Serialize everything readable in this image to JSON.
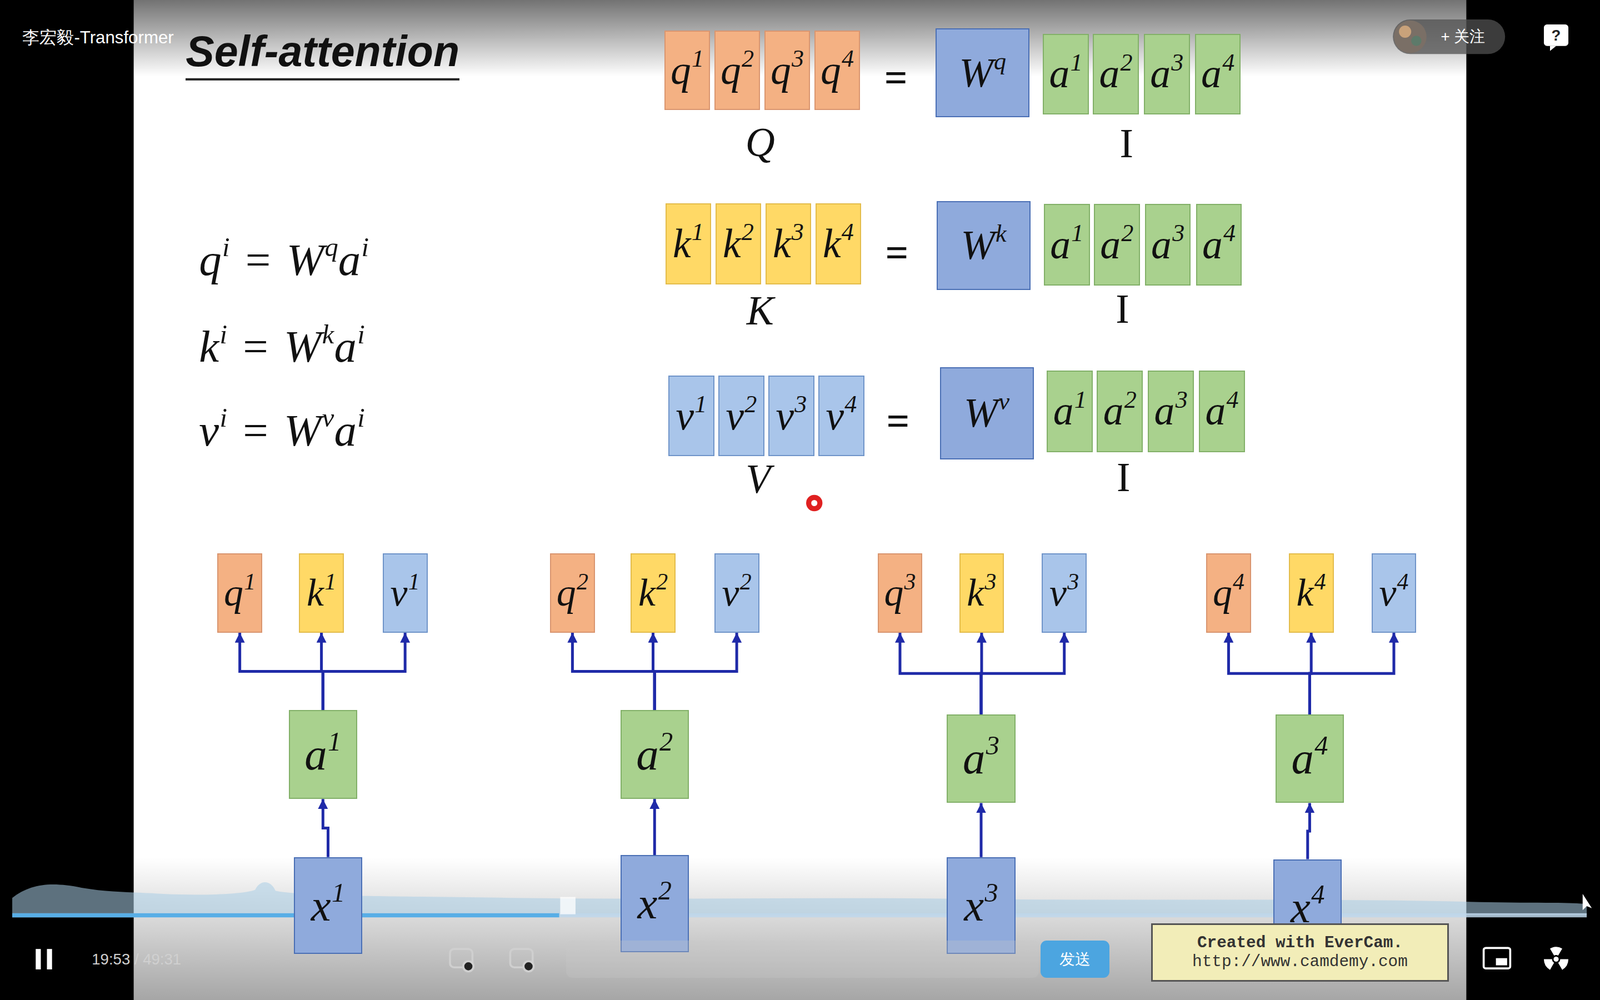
{
  "diagram": {
    "title": "Self-attention",
    "nodes": [
      {
        "text": [
          "q",
          "1"
        ]
      },
      {
        "text": [
          "q",
          "2"
        ]
      },
      {
        "text": [
          "q",
          "3"
        ]
      },
      {
        "text": [
          "q",
          "4"
        ]
      },
      {
        "text": [
          "W",
          "q"
        ]
      },
      {
        "text": [
          "a",
          "1"
        ]
      },
      {
        "text": [
          "a",
          "2"
        ]
      },
      {
        "text": [
          "a",
          "3"
        ]
      },
      {
        "text": [
          "a",
          "4"
        ]
      },
      {
        "text": [
          "k",
          "1"
        ]
      },
      {
        "text": [
          "k",
          "2"
        ]
      },
      {
        "text": [
          "k",
          "3"
        ]
      },
      {
        "text": [
          "k",
          "4"
        ]
      },
      {
        "text": [
          "W",
          "k"
        ]
      },
      {
        "text": [
          "a",
          "1"
        ]
      },
      {
        "text": [
          "a",
          "2"
        ]
      },
      {
        "text": [
          "a",
          "3"
        ]
      },
      {
        "text": [
          "a",
          "4"
        ]
      },
      {
        "text": [
          "v",
          "1"
        ]
      },
      {
        "text": [
          "v",
          "2"
        ]
      },
      {
        "text": [
          "v",
          "3"
        ]
      },
      {
        "text": [
          "v",
          "4"
        ]
      },
      {
        "text": [
          "W",
          "v"
        ]
      },
      {
        "text": [
          "a",
          "1"
        ]
      },
      {
        "text": [
          "a",
          "2"
        ]
      },
      {
        "text": [
          "a",
          "3"
        ]
      },
      {
        "text": [
          "a",
          "4"
        ]
      },
      {
        "text": [
          "q",
          "1"
        ]
      },
      {
        "text": [
          "k",
          "1"
        ]
      },
      {
        "text": [
          "v",
          "1"
        ]
      },
      {
        "text": [
          "q",
          "2"
        ]
      },
      {
        "text": [
          "k",
          "2"
        ]
      },
      {
        "text": [
          "v",
          "2"
        ]
      },
      {
        "text": [
          "q",
          "3"
        ]
      },
      {
        "text": [
          "k",
          "3"
        ]
      },
      {
        "text": [
          "v",
          "3"
        ]
      },
      {
        "text": [
          "q",
          "4"
        ]
      },
      {
        "text": [
          "k",
          "4"
        ]
      },
      {
        "text": [
          "v",
          "4"
        ]
      },
      {
        "text": [
          "a",
          "1"
        ]
      },
      {
        "text": [
          "a",
          "2"
        ]
      },
      {
        "text": [
          "a",
          "3"
        ]
      },
      {
        "text": [
          "a",
          "4"
        ]
      },
      {
        "text": [
          "x",
          "1"
        ]
      },
      {
        "text": [
          "x",
          "2"
        ]
      },
      {
        "text": [
          "x",
          "3"
        ]
      },
      {
        "text": [
          "x",
          "4"
        ]
      }
    ],
    "edges": [
      {
        "from": 43,
        "to": 39,
        "arrow": "to"
      },
      {
        "from": 39,
        "to": 27,
        "arrow": "to"
      },
      {
        "from": 39,
        "to": 28,
        "arrow": "to"
      },
      {
        "from": 39,
        "to": 29,
        "arrow": "to"
      },
      {
        "from": 44,
        "to": 40,
        "arrow": "to"
      },
      {
        "from": 40,
        "to": 30,
        "arrow": "to"
      },
      {
        "from": 40,
        "to": 31,
        "arrow": "to"
      },
      {
        "from": 40,
        "to": 32,
        "arrow": "to"
      },
      {
        "from": 45,
        "to": 41,
        "arrow": "to"
      },
      {
        "from": 41,
        "to": 33,
        "arrow": "to"
      },
      {
        "from": 41,
        "to": 34,
        "arrow": "to"
      },
      {
        "from": 41,
        "to": 35,
        "arrow": "to"
      },
      {
        "from": 46,
        "to": 42,
        "arrow": "to"
      },
      {
        "from": 42,
        "to": 36,
        "arrow": "to"
      },
      {
        "from": 42,
        "to": 37,
        "arrow": "to"
      },
      {
        "from": 42,
        "to": 38,
        "arrow": "to"
      }
    ],
    "labels": [
      "李宏毅-Transformer",
      "+ 关注",
      "?",
      "q",
      "i",
      "=",
      "W",
      "q",
      "a",
      "i",
      "k",
      "i",
      "=",
      "W",
      "k",
      "a",
      "i",
      "v",
      "i",
      "=",
      "W",
      "v",
      "a",
      "i",
      "Q",
      "I",
      "K",
      "I",
      "V",
      "I",
      "=",
      "=",
      "=",
      "19:53 / 49:31",
      "发送",
      "Created with EverCam.",
      "http://www.camdemy.com"
    ]
  }
}
